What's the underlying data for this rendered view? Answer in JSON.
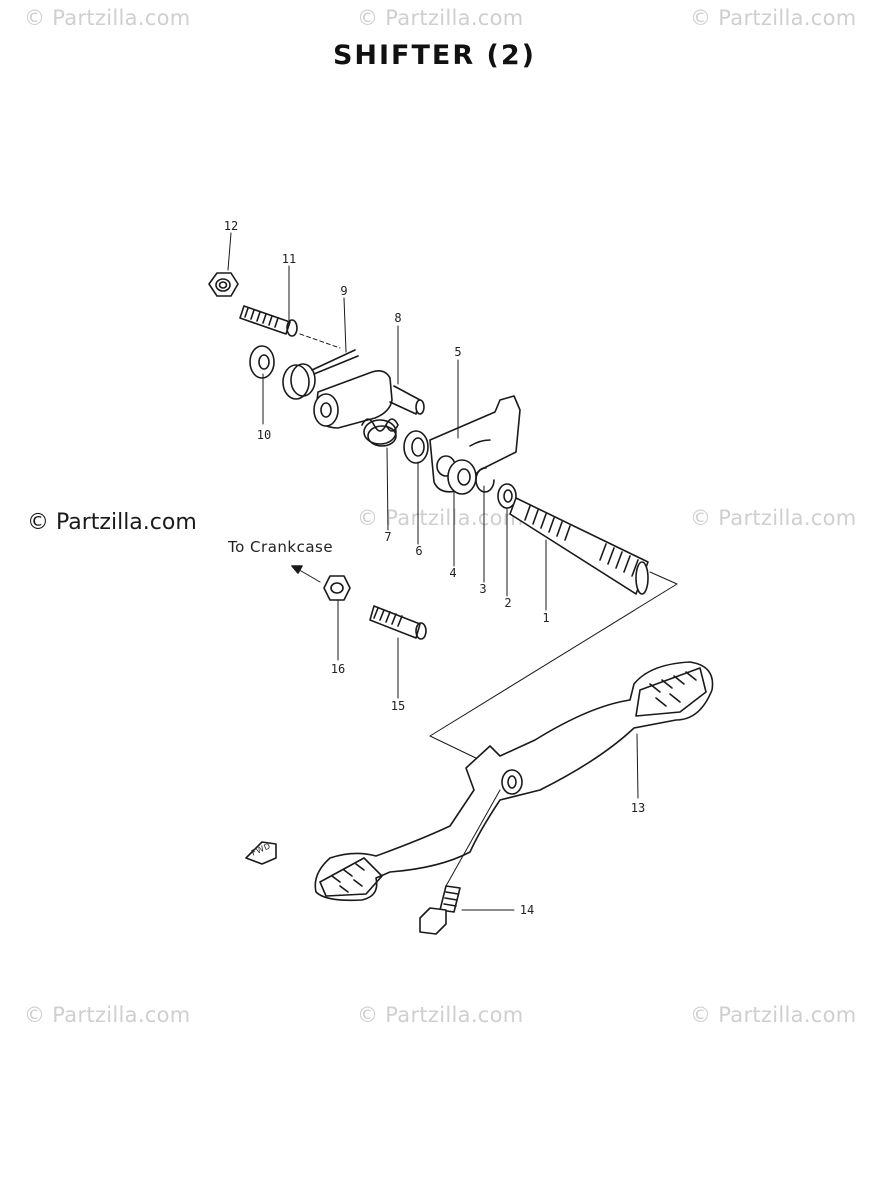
{
  "title": "SHIFTER (2)",
  "watermark": "© Partzilla.com",
  "watermark_bold": "© Partzilla.com",
  "note_label": "To Crankcase",
  "fwd_label": "FWD",
  "callouts": [
    "1",
    "2",
    "3",
    "4",
    "5",
    "6",
    "7",
    "8",
    "9",
    "10",
    "11",
    "12",
    "13",
    "14",
    "15",
    "16"
  ]
}
